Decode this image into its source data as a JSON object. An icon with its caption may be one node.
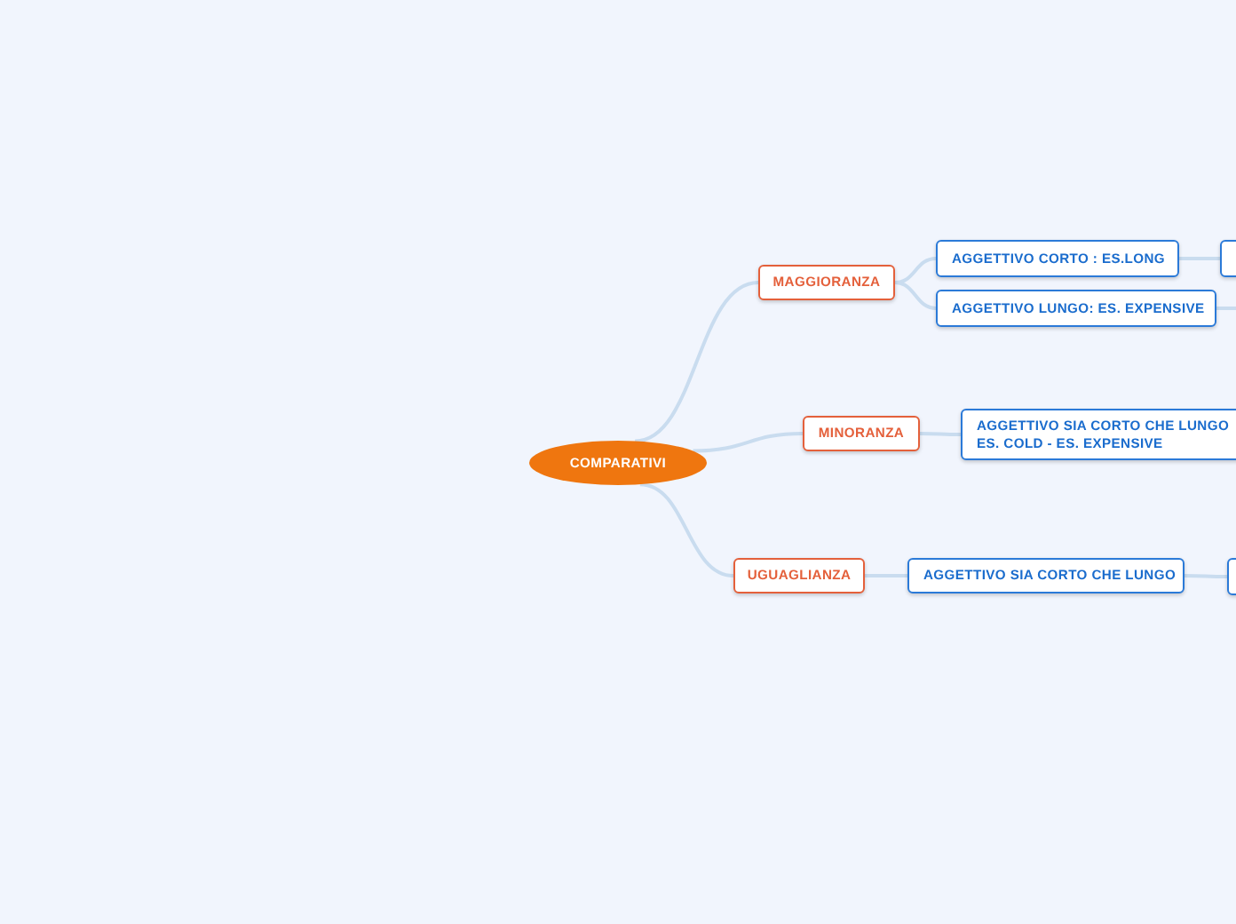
{
  "diagram": {
    "nodes": [
      {
        "text": [
          "COMPARATIVI"
        ]
      },
      {
        "text": [
          "MAGGIORANZA"
        ]
      },
      {
        "text": [
          "AGGETTIVO CORTO :  ES.LONG"
        ]
      },
      {
        "text": [],
        "shape": "box"
      },
      {
        "text": [
          "AGGETTIVO LUNGO: ES. EXPENSIVE"
        ]
      },
      {
        "text": [
          "MINORANZA"
        ]
      },
      {
        "text": [
          "AGGETTIVO SIA CORTO CHE LUNGO ES. COLD - ES. EXPENSIVE"
        ]
      },
      {
        "text": [
          "UGUAGLIANZA"
        ]
      },
      {
        "text": [
          "AGGETTIVO SIA CORTO CHE LUNGO"
        ]
      },
      {
        "text": [],
        "shape": "box"
      }
    ],
    "edges": [
      {
        "from": 0,
        "to": 1,
        "arrow": "none"
      },
      {
        "from": 1,
        "to": 2,
        "arrow": "none"
      },
      {
        "from": 2,
        "to": 3,
        "arrow": "none"
      },
      {
        "from": 1,
        "to": 4,
        "arrow": "none"
      },
      {
        "from": 4,
        "to": null,
        "arrow": "none"
      },
      {
        "from": 0,
        "to": 5,
        "arrow": "none"
      },
      {
        "from": 5,
        "to": 6,
        "arrow": "none"
      },
      {
        "from": 0,
        "to": 7,
        "arrow": "none"
      },
      {
        "from": 7,
        "to": 8,
        "arrow": "none"
      },
      {
        "from": 8,
        "to": 9,
        "arrow": "none"
      }
    ]
  }
}
